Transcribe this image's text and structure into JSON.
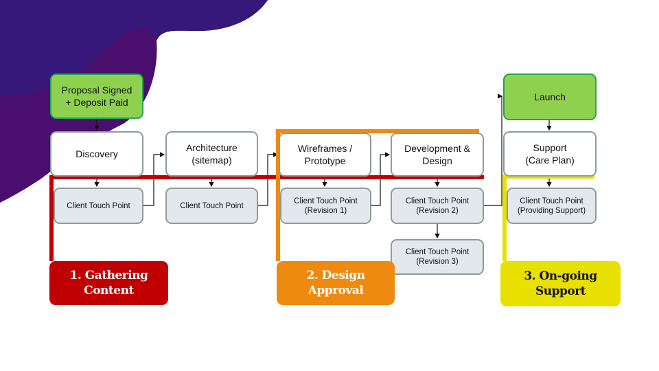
{
  "colors": {
    "red": "#c00000",
    "orange": "#ee8a10",
    "yellow": "#e8e000",
    "green_fill": "#8fd14f",
    "green_border": "#1ea94a",
    "purple_dark": "#35187a",
    "purple": "#4a0f6e"
  },
  "steps": {
    "proposal": "Proposal Signed\n+ Deposit Paid",
    "discovery": "Discovery",
    "architecture": "Architecture\n(sitemap)",
    "wireframes": "Wireframes /\nPrototype",
    "development": "Development &\nDesign",
    "launch": "Launch",
    "support": "Support\n(Care Plan)"
  },
  "touch_points": {
    "ctp1": "Client Touch Point",
    "ctp2": "Client Touch Point",
    "rev1": "Client Touch Point\n(Revision 1)",
    "rev2": "Client Touch Point\n(Revision 2)",
    "rev3": "Client Touch Point\n(Revision 3)",
    "support": "Client Touch Point\n(Providing Support)"
  },
  "phases": [
    {
      "label": "1. Gathering\nContent"
    },
    {
      "label": "2. Design\nApproval"
    },
    {
      "label": "3. On-going\nSupport"
    }
  ]
}
